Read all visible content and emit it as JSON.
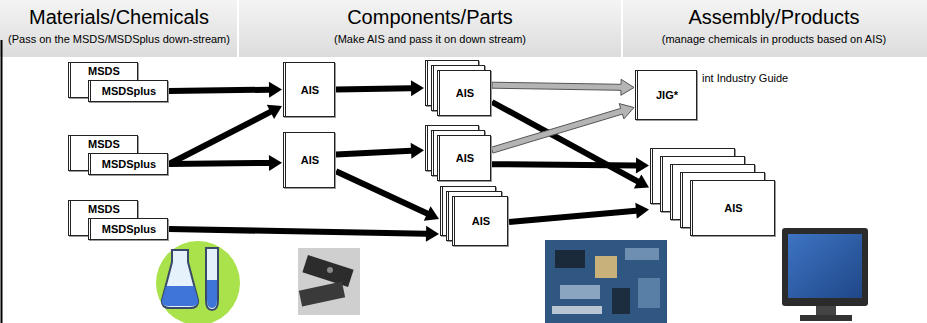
{
  "diagram": {
    "nodes": [
      {
        "text": [
          "Materials/Chemicals",
          "(Pass on the MSDS/MSDSplus down-stream)"
        ]
      },
      {
        "text": [
          "Components/Parts",
          "(Make AIS and pass it on down stream)"
        ]
      },
      {
        "text": [
          "Assembly/Products",
          "(manage chemicals in products based on AIS)"
        ]
      },
      {
        "text": [
          "MSDS"
        ]
      },
      {
        "text": [
          "MSDSplus"
        ]
      },
      {
        "text": [
          "AIS"
        ]
      },
      {
        "text": [
          "AIS"
        ]
      },
      {
        "text": [
          "JIG*"
        ]
      },
      {
        "text": [
          "MSDS"
        ]
      },
      {
        "text": [
          "MSDSplus"
        ]
      },
      {
        "text": [
          "AIS"
        ]
      },
      {
        "text": [
          "AIS"
        ]
      },
      {
        "text": [
          "AIS"
        ]
      },
      {
        "text": [
          "MSDS"
        ]
      },
      {
        "text": [
          "MSDSplus"
        ]
      },
      {
        "text": [
          "AIS"
        ]
      }
    ],
    "edges": [
      {
        "from": 4,
        "to": 5,
        "arrow": "to"
      },
      {
        "from": 9,
        "to": 5,
        "arrow": "to"
      },
      {
        "from": 9,
        "to": 10,
        "arrow": "to"
      },
      {
        "from": 14,
        "to": 15,
        "arrow": "to"
      },
      {
        "from": 5,
        "to": 6,
        "arrow": "to"
      },
      {
        "from": 10,
        "to": 11,
        "arrow": "to"
      },
      {
        "from": 10,
        "to": 15,
        "arrow": "to"
      },
      {
        "from": 6,
        "to": 7,
        "arrow": "to"
      },
      {
        "from": 6,
        "to": 12,
        "arrow": "to"
      },
      {
        "from": 11,
        "to": 7,
        "arrow": "to"
      },
      {
        "from": 11,
        "to": 12,
        "arrow": "to"
      },
      {
        "from": 15,
        "to": 12,
        "arrow": "to"
      }
    ],
    "labels": [
      "int Industry Guide"
    ]
  }
}
